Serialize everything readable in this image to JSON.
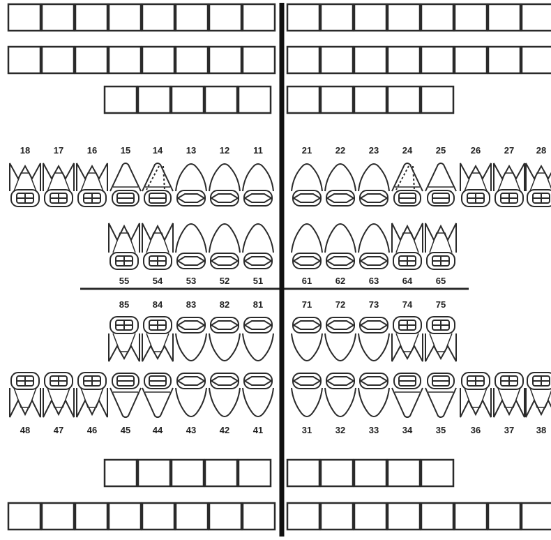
{
  "chart": {
    "upper_permanent_labels": [
      "18",
      "17",
      "16",
      "15",
      "14",
      "13",
      "12",
      "11",
      "21",
      "22",
      "23",
      "24",
      "25",
      "26",
      "27",
      "28"
    ],
    "upper_primary_labels": [
      "55",
      "54",
      "53",
      "52",
      "51",
      "61",
      "62",
      "63",
      "64",
      "65"
    ],
    "lower_primary_labels": [
      "85",
      "84",
      "83",
      "82",
      "81",
      "71",
      "72",
      "73",
      "74",
      "75"
    ],
    "lower_permanent_labels": [
      "48",
      "47",
      "46",
      "45",
      "44",
      "43",
      "42",
      "41",
      "31",
      "32",
      "33",
      "34",
      "35",
      "36",
      "37",
      "38"
    ],
    "permanent_tooth_types": [
      "molar",
      "molar",
      "molar",
      "premolar",
      "premolar",
      "canine",
      "incisor",
      "incisor",
      "incisor",
      "incisor",
      "canine",
      "premolar",
      "premolar",
      "molar",
      "molar",
      "molar"
    ],
    "primary_tooth_types": [
      "molar",
      "molar",
      "canine",
      "incisor",
      "incisor",
      "incisor",
      "incisor",
      "canine",
      "molar",
      "molar"
    ],
    "marked_teeth": [
      "14",
      "24"
    ],
    "stroke_color": "#2a2a2a",
    "box_count_full_row": 16,
    "box_count_short_row": 10
  }
}
